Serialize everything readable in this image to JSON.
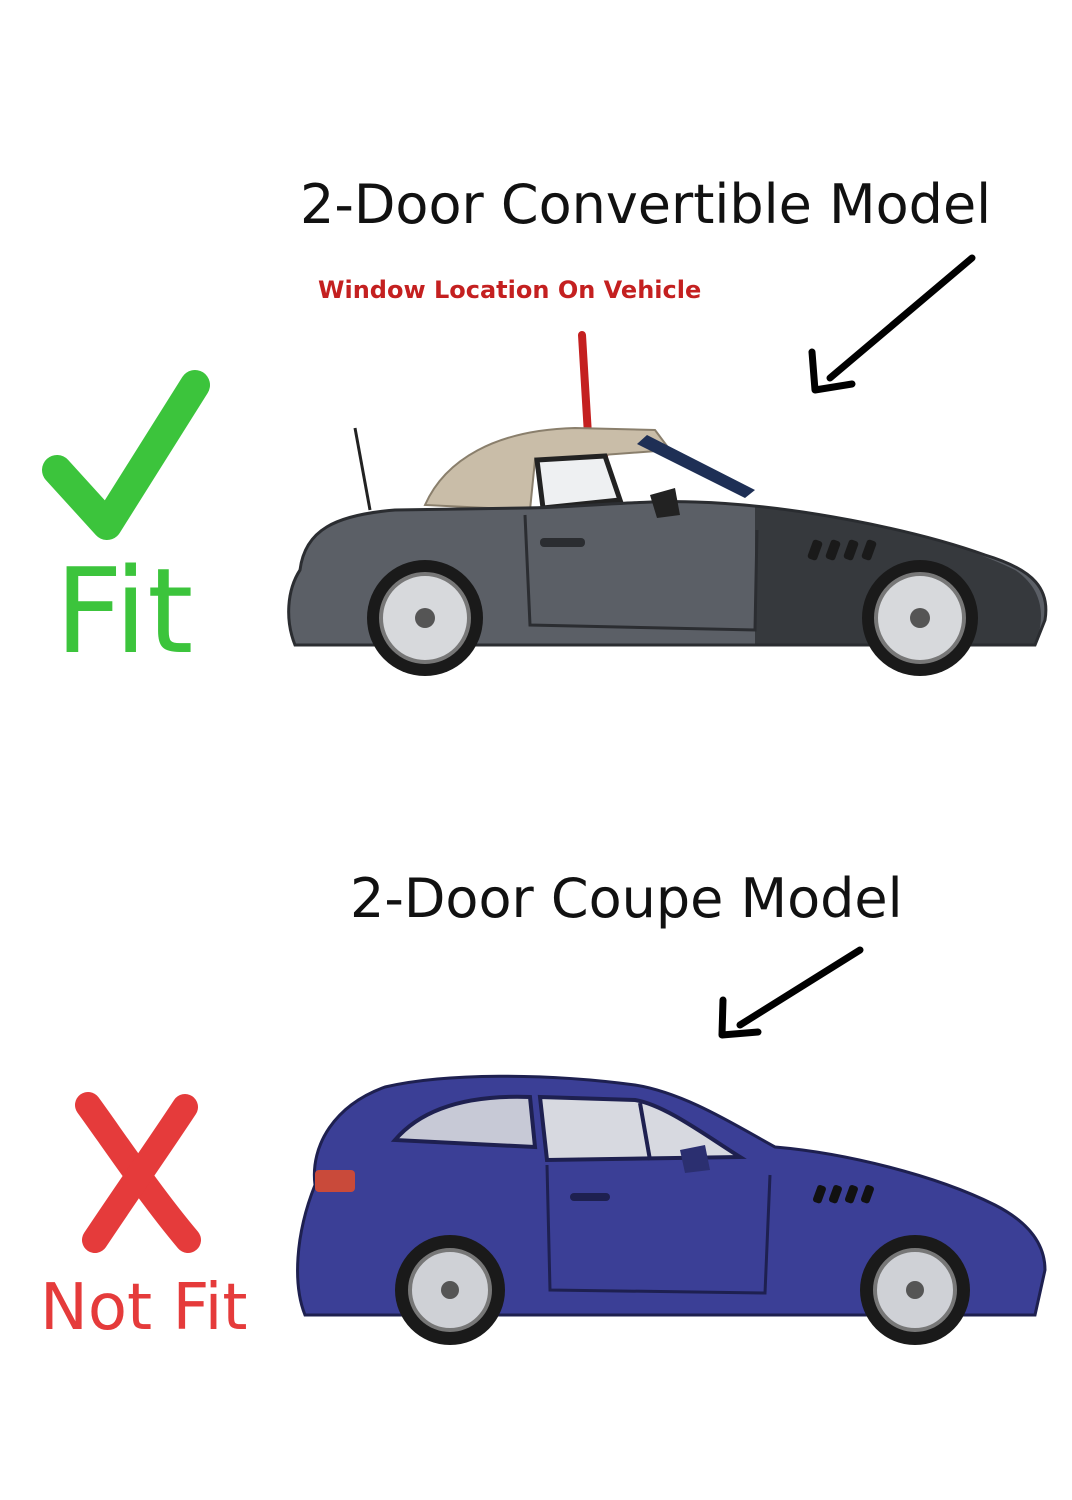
{
  "convertible": {
    "title": "2-Door Convertible Model",
    "window_callout": "Window Location On Vehicle",
    "verdict": "Fit",
    "verdict_color": "#3cc43c",
    "callout_color": "#c42020",
    "car_color": "#5b5f66",
    "roof_color": "#c9bda8",
    "icon": "checkmark-icon"
  },
  "coupe": {
    "title": "2-Door Coupe Model",
    "verdict": "Not Fit",
    "verdict_color": "#e53b3b",
    "car_color": "#3b3f96",
    "icon": "cross-icon"
  }
}
